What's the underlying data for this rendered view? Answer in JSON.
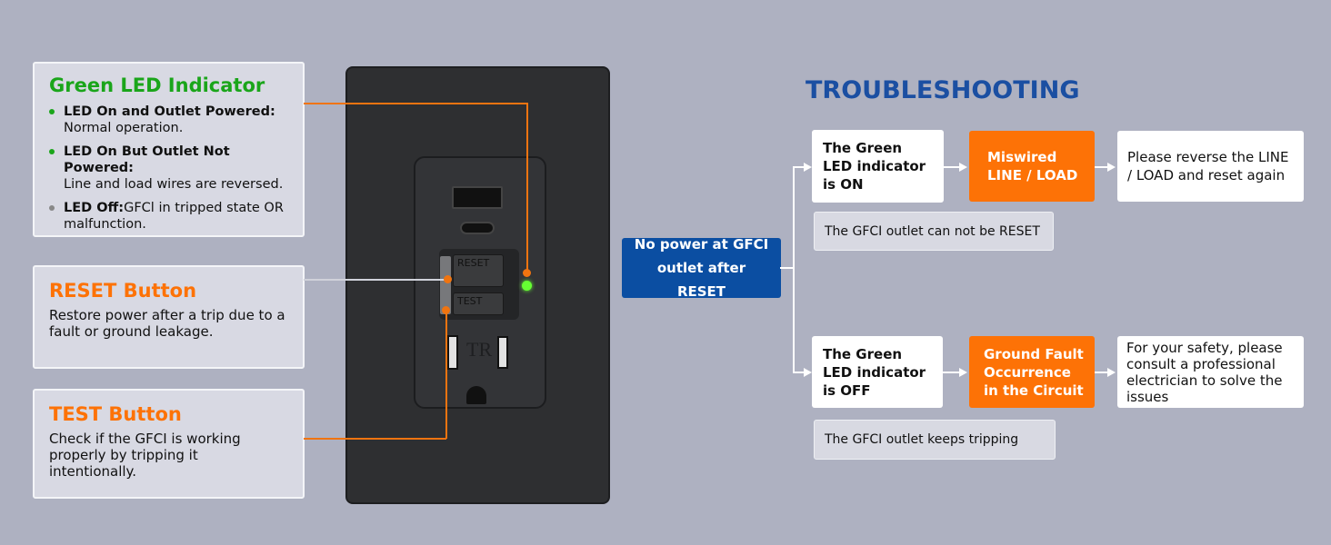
{
  "led_card": {
    "title": "Green LED Indicator",
    "items": [
      {
        "label": "LED On and Outlet Powered:",
        "desc": "Normal operation.",
        "bullet_color": "#1aa51a"
      },
      {
        "label": "LED On But Outlet Not Powered:",
        "desc": "Line and load wires are reversed.",
        "bullet_color": "#1aa51a"
      },
      {
        "label": "LED Off:",
        "desc": "GFCl in tripped state OR malfunction.",
        "bullet_color": "#888888"
      }
    ]
  },
  "reset_card": {
    "title": "RESET Button",
    "desc": "Restore power after a trip due to a fault or ground leakage."
  },
  "test_card": {
    "title": "TEST Button",
    "desc": "Check if the GFCI is working properly by tripping it intentionally."
  },
  "outlet": {
    "reset_label": "RESET",
    "test_label": "TEST",
    "tr_label": "TR",
    "led_color": "#66ff33"
  },
  "troubleshooting": {
    "title": "TROUBLESHOOTING",
    "start": "No power at GFCI outlet after RESET",
    "branches": [
      {
        "condition": "The Green LED indicator is ON",
        "cause": "Miswired LINE / LOAD",
        "action": "Please reverse the LINE / LOAD and reset again",
        "note": "The GFCI outlet can not be RESET"
      },
      {
        "condition": "The Green LED indicator is OFF",
        "cause": "Ground Fault Occurrence in the Circuit",
        "action": "For your safety, please consult a professional electrician to solve the issues",
        "note": "The GFCI outlet keeps tripping"
      }
    ]
  },
  "colors": {
    "accent_orange": "#fd7206",
    "accent_blue": "#0b4ea2",
    "accent_green": "#1aa51a",
    "background": "#aeb1c1"
  }
}
